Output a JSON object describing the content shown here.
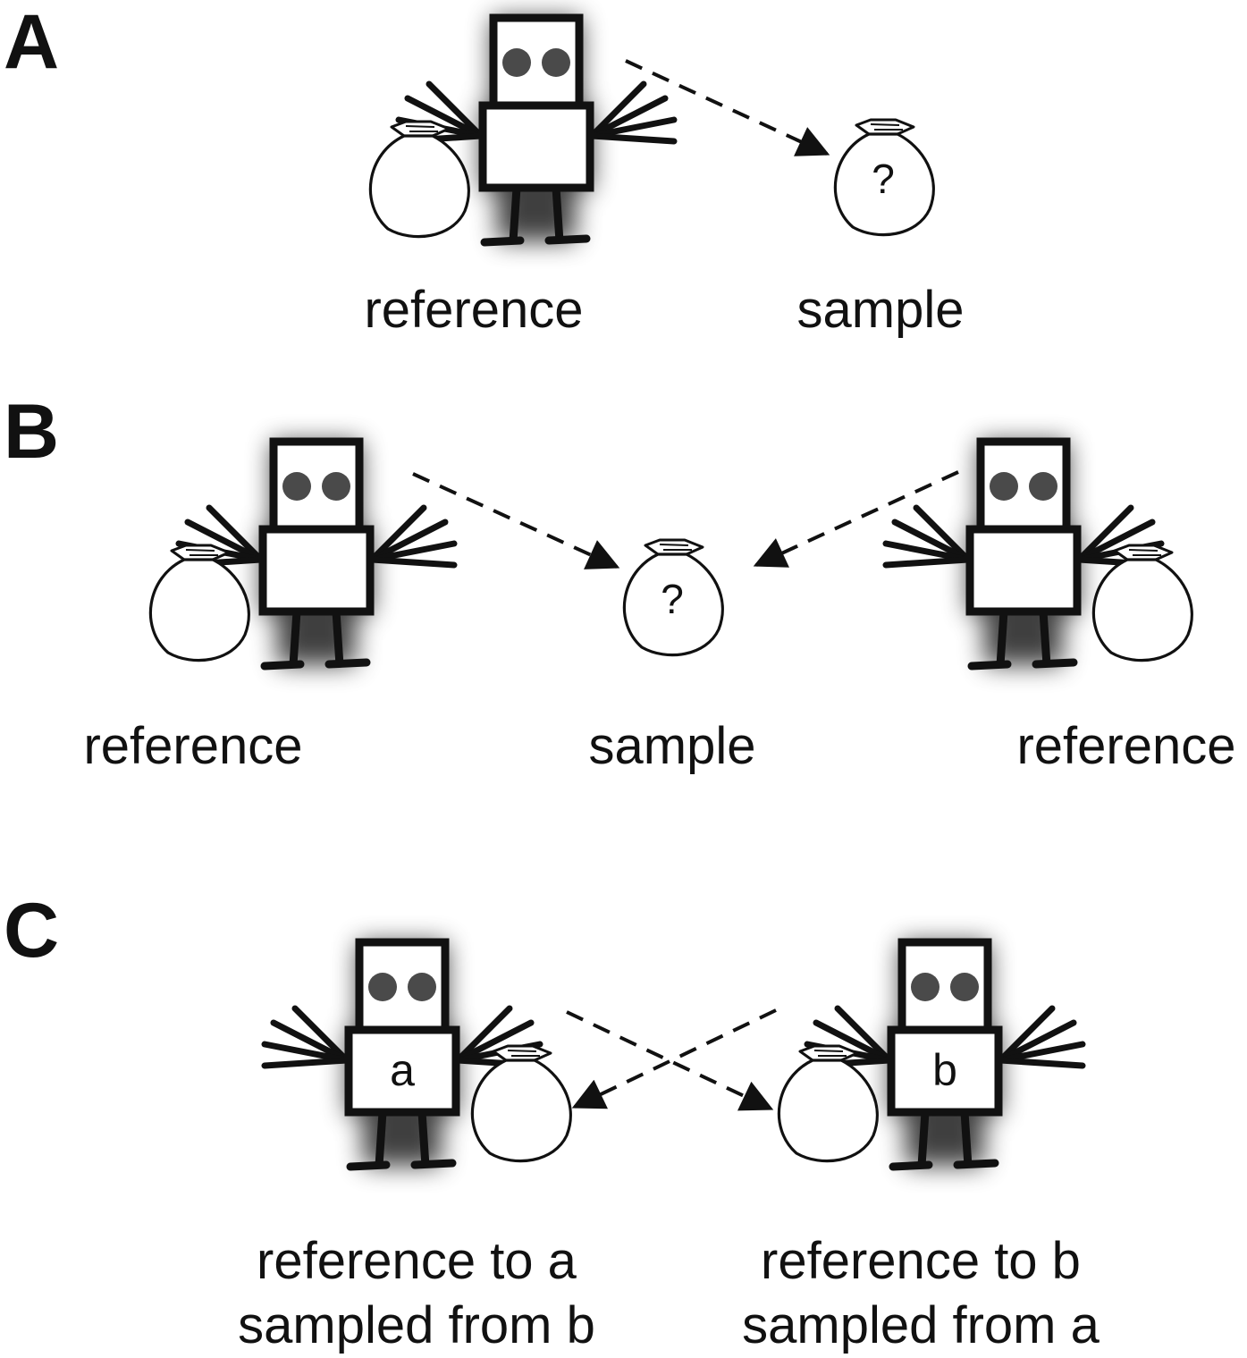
{
  "panels": {
    "A": {
      "letter": "A",
      "labels": {
        "reference": "reference",
        "sample": "sample"
      },
      "sample_bag_mark": "?"
    },
    "B": {
      "letter": "B",
      "labels": {
        "reference_left": "reference",
        "sample": "sample",
        "reference_right": "reference"
      },
      "sample_bag_mark": "?"
    },
    "C": {
      "letter": "C",
      "robot_a_mark": "a",
      "robot_b_mark": "b",
      "label_left": {
        "line1": "reference to a",
        "line2": "sampled from b"
      },
      "label_right": {
        "line1": "reference to b",
        "line2": "sampled from a"
      }
    }
  },
  "colors": {
    "line": "#111111",
    "eye": "#4a4a4a",
    "shadow": "#000000",
    "background": "#ffffff"
  },
  "icons": [
    "robot-icon",
    "bag-icon",
    "dashed-arrow-icon"
  ]
}
